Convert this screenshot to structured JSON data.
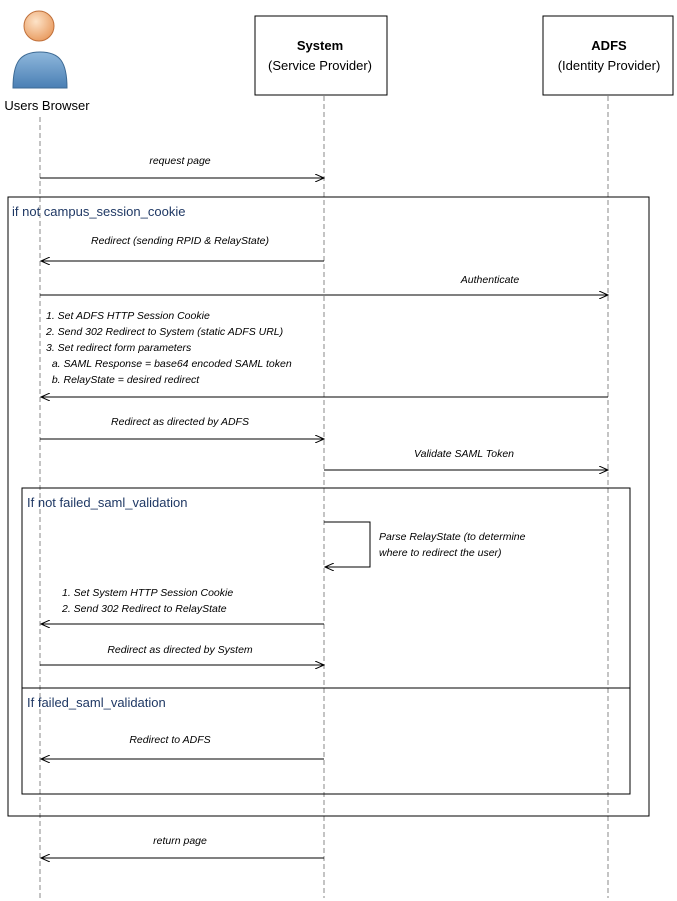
{
  "participants": {
    "browser": {
      "label": "Users Browser"
    },
    "system": {
      "title": "System",
      "subtitle": "(Service Provider)"
    },
    "adfs": {
      "title": "ADFS",
      "subtitle": "(Identity Provider)"
    }
  },
  "messages": {
    "m1": "request page",
    "m2": "Redirect (sending RPID & RelayState)",
    "m3": "Authenticate",
    "m4": [
      "1. Set ADFS HTTP Session Cookie",
      "2. Send 302 Redirect to System (static ADFS URL)",
      "3. Set redirect form parameters",
      "  a. SAML Response = base64 encoded SAML token",
      "  b. RelayState = desired redirect"
    ],
    "m5": "Redirect as directed by ADFS",
    "m6": "Validate SAML Token",
    "m7": [
      "Parse RelayState (to determine",
      "where to redirect the user)"
    ],
    "m8": [
      "1. Set System HTTP Session Cookie",
      "2. Send 302 Redirect to RelayState"
    ],
    "m9": "Redirect as directed by System",
    "m10": "Redirect to ADFS",
    "m11": "return page"
  },
  "fragments": {
    "outer": "if not campus_session_cookie",
    "inner_if": "If not failed_saml_validation",
    "inner_else": "If failed_saml_validation"
  }
}
